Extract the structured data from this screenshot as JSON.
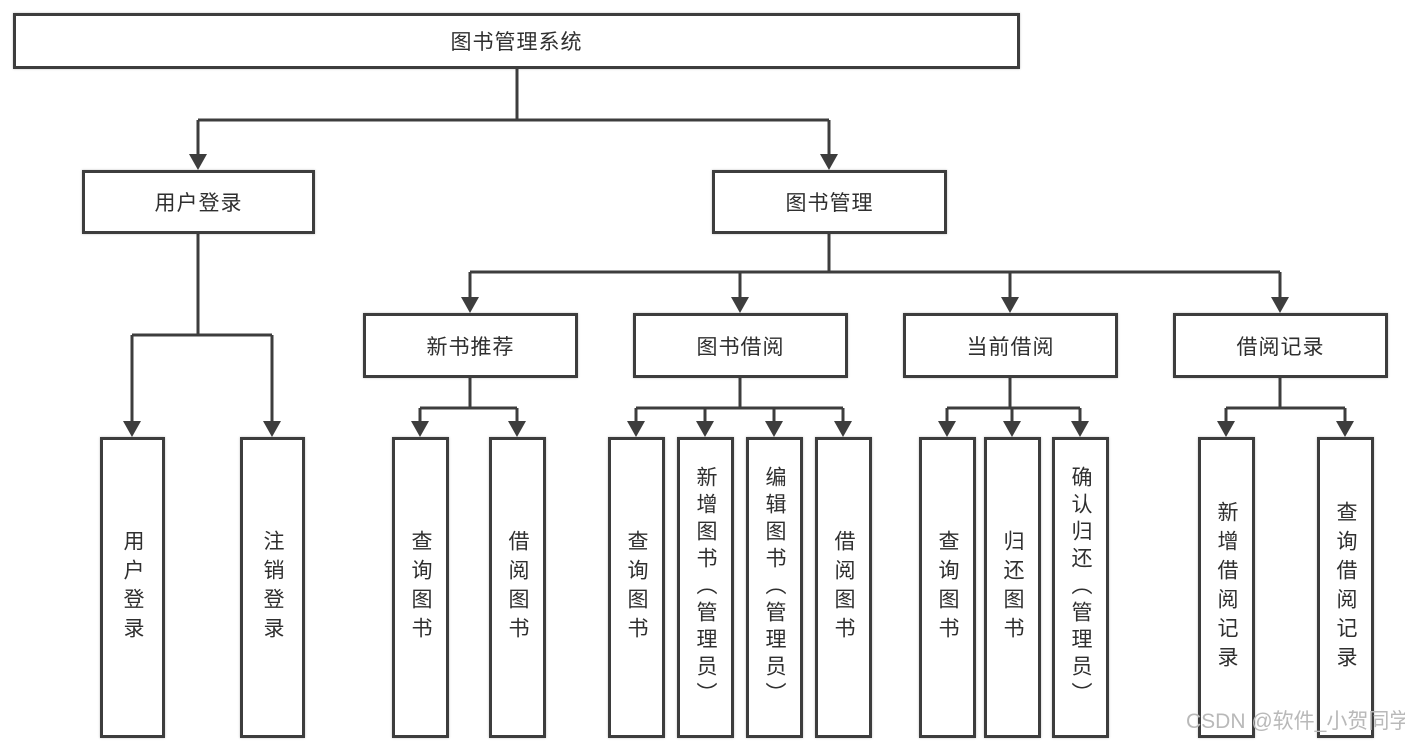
{
  "diagram": {
    "root": "图书管理系统",
    "user_login": {
      "label": "用户登录",
      "children": [
        "用户登录",
        "注销登录"
      ]
    },
    "book_management": {
      "label": "图书管理",
      "sections": [
        {
          "label": "新书推荐",
          "children": [
            "查询图书",
            "借阅图书"
          ]
        },
        {
          "label": "图书借阅",
          "children": [
            "查询图书",
            "新增图书（管理员）",
            "编辑图书（管理员）",
            "借阅图书"
          ]
        },
        {
          "label": "当前借阅",
          "children": [
            "查询图书",
            "归还图书",
            "确认归还（管理员）"
          ]
        },
        {
          "label": "借阅记录",
          "children": [
            "新增借阅记录",
            "查询借阅记录"
          ]
        }
      ]
    },
    "colors": {
      "line": "#3d3d3d",
      "text": "#2f2f2f",
      "background": "#ffffff",
      "watermark": "#b9b9b9"
    }
  },
  "watermark": "CSDN @软件_小贺同学"
}
